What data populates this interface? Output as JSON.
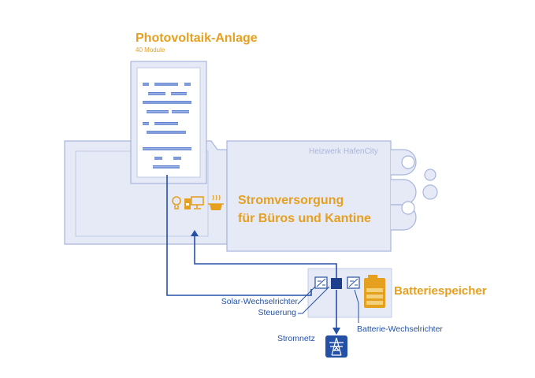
{
  "photovoltaik": {
    "title": "Photovoltaik-Anlage",
    "subtitle": "40 Module"
  },
  "building": {
    "name": "Heizwerk HafenCity",
    "supply_line1": "Stromversorgung",
    "supply_line2": "für Büros und Kantine"
  },
  "battery": {
    "title": "Batteriespeicher"
  },
  "labels": {
    "solar_inverter": "Solar-Wechselrichter",
    "control": "Steuerung",
    "battery_inverter": "Batterie-Wechselrichter",
    "grid": "Stromnetz"
  },
  "icons": [
    "lightbulb-icon",
    "coffee-machine-icon",
    "monitor-icon",
    "cooking-pot-icon",
    "solar-inverter-icon",
    "control-unit-icon",
    "battery-inverter-icon",
    "battery-icon",
    "power-pylon-icon"
  ],
  "colors": {
    "accent_orange": "#e5a020",
    "line_blue": "#2451a6",
    "building_fill": "#e6e9f6",
    "building_stroke": "#a8b6dc",
    "panel_blue": "#5b7fd0"
  }
}
